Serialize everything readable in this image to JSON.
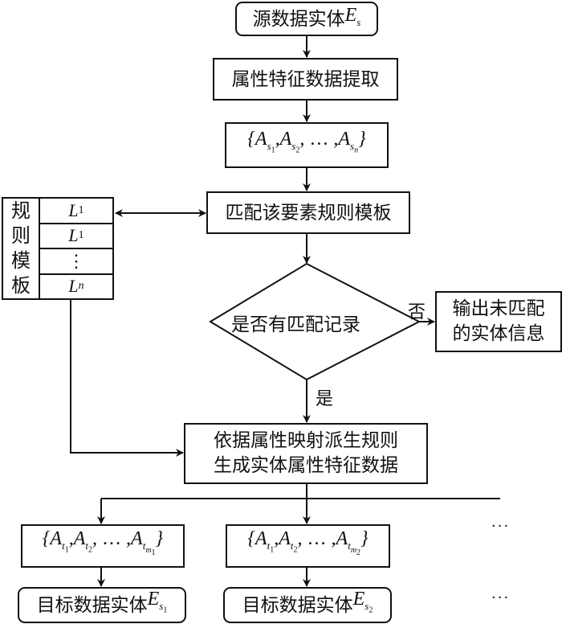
{
  "source_entity": {
    "text": "源数据实体",
    "symbol": "E",
    "sub": "s"
  },
  "extract_step": "属性特征数据提取",
  "source_attrs": {
    "a1": "A",
    "s1": "s",
    "n1": "1",
    "s2": "s",
    "n2": "2",
    "sn": "s",
    "nn": "n",
    "ellipsis": "…"
  },
  "match_step": "匹配该要素规则模板",
  "rule_template": {
    "title_chars": [
      "规",
      "则",
      "模",
      "板"
    ],
    "rows": [
      {
        "sym": "L",
        "sub": "1"
      },
      {
        "sym": "L",
        "sub": "1"
      },
      {
        "sym": "⋮",
        "sub": ""
      },
      {
        "sym": "L",
        "sub": "n"
      }
    ]
  },
  "decision": {
    "text": "是否有匹配记录",
    "yes": "是",
    "no": "否"
  },
  "unmatched_output": {
    "line1": "输出未匹配",
    "line2": "的实体信息"
  },
  "derive_step": {
    "line1": "依据属性映射派生规则",
    "line2": "生成实体属性特征数据"
  },
  "targets": [
    {
      "attrs": {
        "sub1": "1",
        "sub2": "2",
        "subm": "m",
        "subm_idx": "1"
      },
      "entity": "目标数据实体",
      "symbol": "E",
      "sub": "s",
      "sub_idx": "1"
    },
    {
      "attrs": {
        "sub1": "1",
        "sub2": "2",
        "subm": "m",
        "subm_idx": "2"
      },
      "entity": "目标数据实体",
      "symbol": "E",
      "sub": "s",
      "sub_idx": "2"
    }
  ],
  "more_indicator": "···"
}
